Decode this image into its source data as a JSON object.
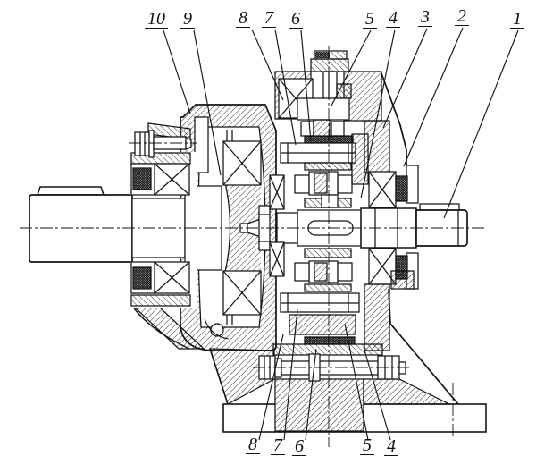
{
  "figure": {
    "background": "#ffffff",
    "line_color": "#141414",
    "callouts_top": [
      "10",
      "9",
      "8",
      "7",
      "6",
      "5",
      "4",
      "3",
      "2",
      "1"
    ],
    "callouts_bottom": [
      "8",
      "7",
      "6",
      "5",
      "4"
    ]
  }
}
